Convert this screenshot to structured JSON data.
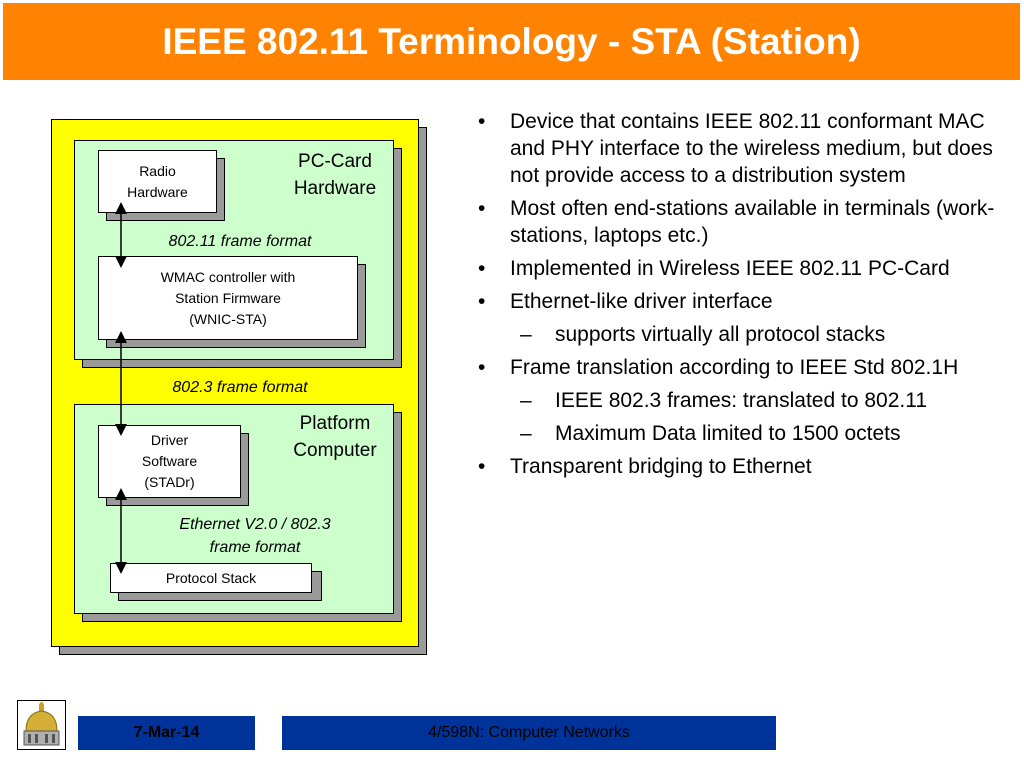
{
  "title": "IEEE 802.11 Terminology - STA (Station)",
  "diagram": {
    "pc_card_label": [
      "PC-Card",
      "Hardware"
    ],
    "platform_label": [
      "Platform",
      "Computer"
    ],
    "radio_box": [
      "Radio",
      "Hardware"
    ],
    "wmac_box": [
      "WMAC controller with",
      "Station Firmware",
      "(WNIC-STA)"
    ],
    "driver_box": [
      "Driver",
      "Software",
      "(STADr)"
    ],
    "protocol_box": "Protocol Stack",
    "frame_80211": "802.11 frame format",
    "frame_8023": "802.3 frame format",
    "frame_ethernet": [
      "Ethernet V2.0 / 802.3",
      "frame format"
    ]
  },
  "bullets": [
    {
      "level": 1,
      "text": "Device that contains IEEE 802.11 conformant MAC and PHY interface to the wireless medium, but does not provide access to a distribution system"
    },
    {
      "level": 1,
      "text": "Most often end-stations available in terminals (work-stations, laptops etc.)"
    },
    {
      "level": 1,
      "text": "Implemented in Wireless IEEE 802.11 PC-Card"
    },
    {
      "level": 1,
      "text": "Ethernet-like driver interface"
    },
    {
      "level": 2,
      "text": "supports virtually all protocol stacks"
    },
    {
      "level": 1,
      "text": "Frame translation according to IEEE Std 802.1H"
    },
    {
      "level": 2,
      "text": "IEEE 802.3 frames: translated to 802.11"
    },
    {
      "level": 2,
      "text": "Maximum Data limited to 1500 octets"
    },
    {
      "level": 1,
      "text": "Transparent bridging to Ethernet"
    }
  ],
  "footer": {
    "date": "7-Mar-14",
    "course": "4/598N: Computer Networks"
  }
}
